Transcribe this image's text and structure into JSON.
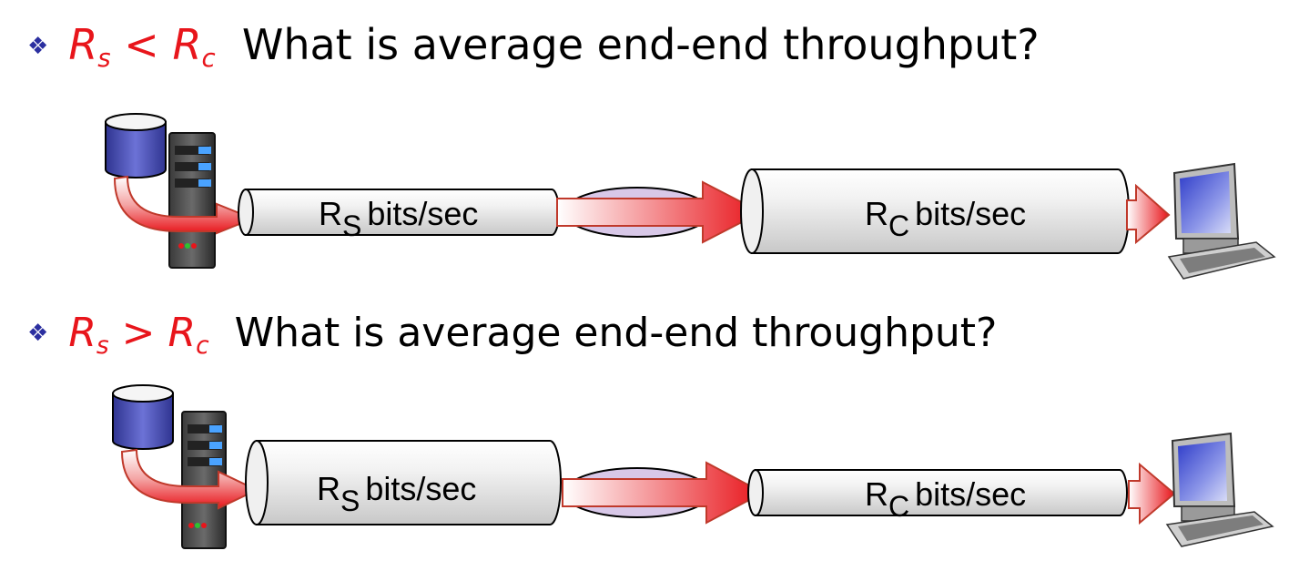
{
  "scenario1": {
    "bullet": "❖",
    "r_left": "R",
    "r_left_sub": "s",
    "operator": "<",
    "r_right": "R",
    "r_right_sub": "c",
    "question": "What is average end-end throughput?",
    "server_link": {
      "main": "R",
      "sub": "S",
      "rest": "bits/sec"
    },
    "client_link": {
      "main": "R",
      "sub": "C",
      "rest": "bits/sec"
    }
  },
  "scenario2": {
    "bullet": "❖",
    "r_left": "R",
    "r_left_sub": "s",
    "operator": ">",
    "r_right": "R",
    "r_right_sub": "c",
    "question": "What is average end-end throughput?",
    "server_link": {
      "main": "R",
      "sub": "S",
      "rest": "bits/sec"
    },
    "client_link": {
      "main": "R",
      "sub": "C",
      "rest": "bits/sec"
    }
  },
  "colors": {
    "accent_red": "#e8151b",
    "bullet_blue": "#2b2fa0",
    "pipe_gray": "#d9d9d9",
    "disk_blue": "#5a5fc8"
  },
  "icons": [
    "database-icon",
    "server-icon",
    "computer-icon",
    "arrow-icon",
    "pipe-icon"
  ]
}
